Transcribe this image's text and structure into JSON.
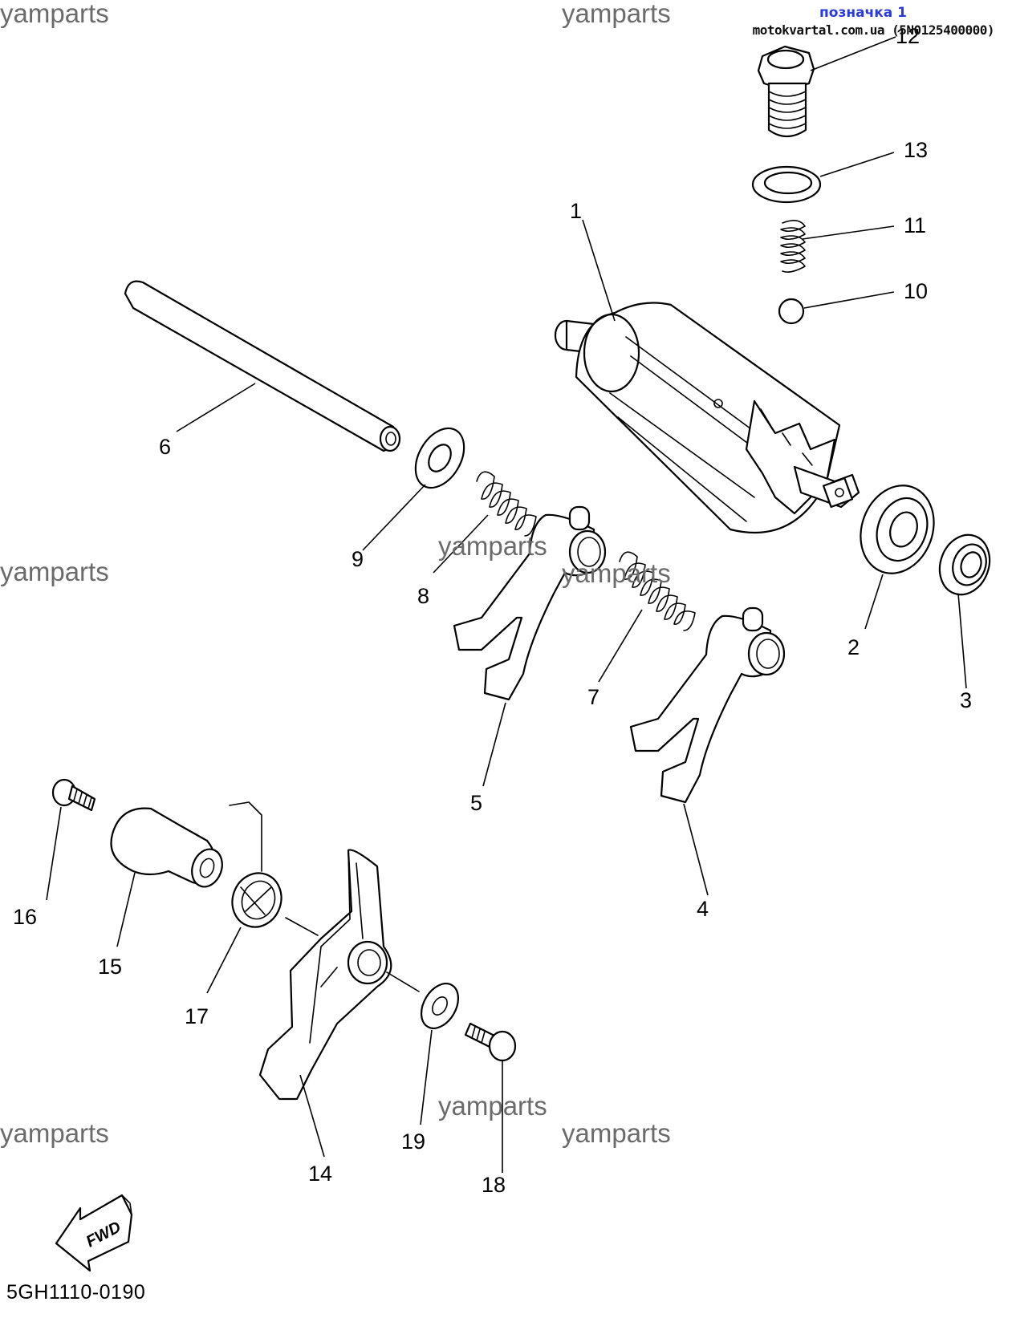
{
  "header": {
    "label": "позначка 1",
    "site": "motokvartal.com.ua (5N0125400000)"
  },
  "watermark": "yamparts",
  "diagram_code": "5GH1110-0190",
  "fwd_label": "FWD",
  "callouts": [
    "1",
    "2",
    "3",
    "4",
    "5",
    "6",
    "7",
    "8",
    "9",
    "10",
    "11",
    "12",
    "13",
    "14",
    "15",
    "16",
    "17",
    "18",
    "19"
  ]
}
